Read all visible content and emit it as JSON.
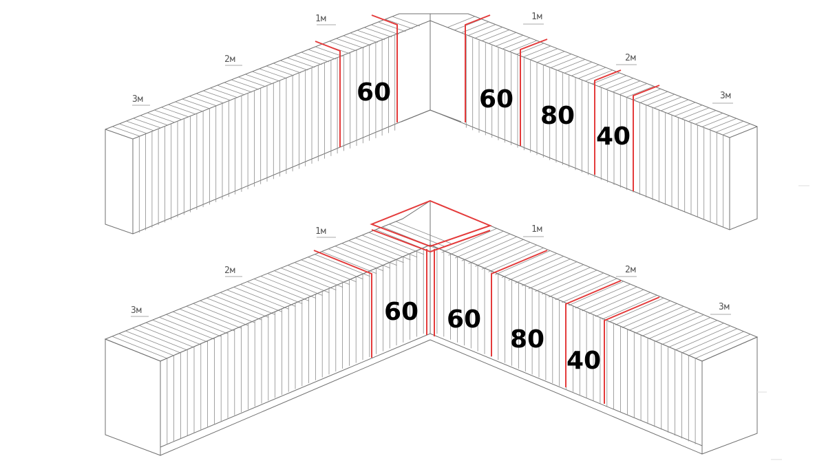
{
  "diagrams": [
    {
      "meter_marks": {
        "left": [
          "1м",
          "2м",
          "3м"
        ],
        "right": [
          "1м",
          "2м",
          "3м"
        ]
      },
      "module_widths": [
        "60",
        "60",
        "80",
        "40"
      ]
    },
    {
      "meter_marks": {
        "left": [
          "1м",
          "2м",
          "3м"
        ],
        "right": [
          "1м",
          "2м",
          "3м"
        ]
      },
      "module_widths": [
        "60",
        "60",
        "80",
        "40"
      ]
    }
  ],
  "colors": {
    "line": "#6f6f6f",
    "divider": "#e43a3a",
    "label": "#000000"
  }
}
